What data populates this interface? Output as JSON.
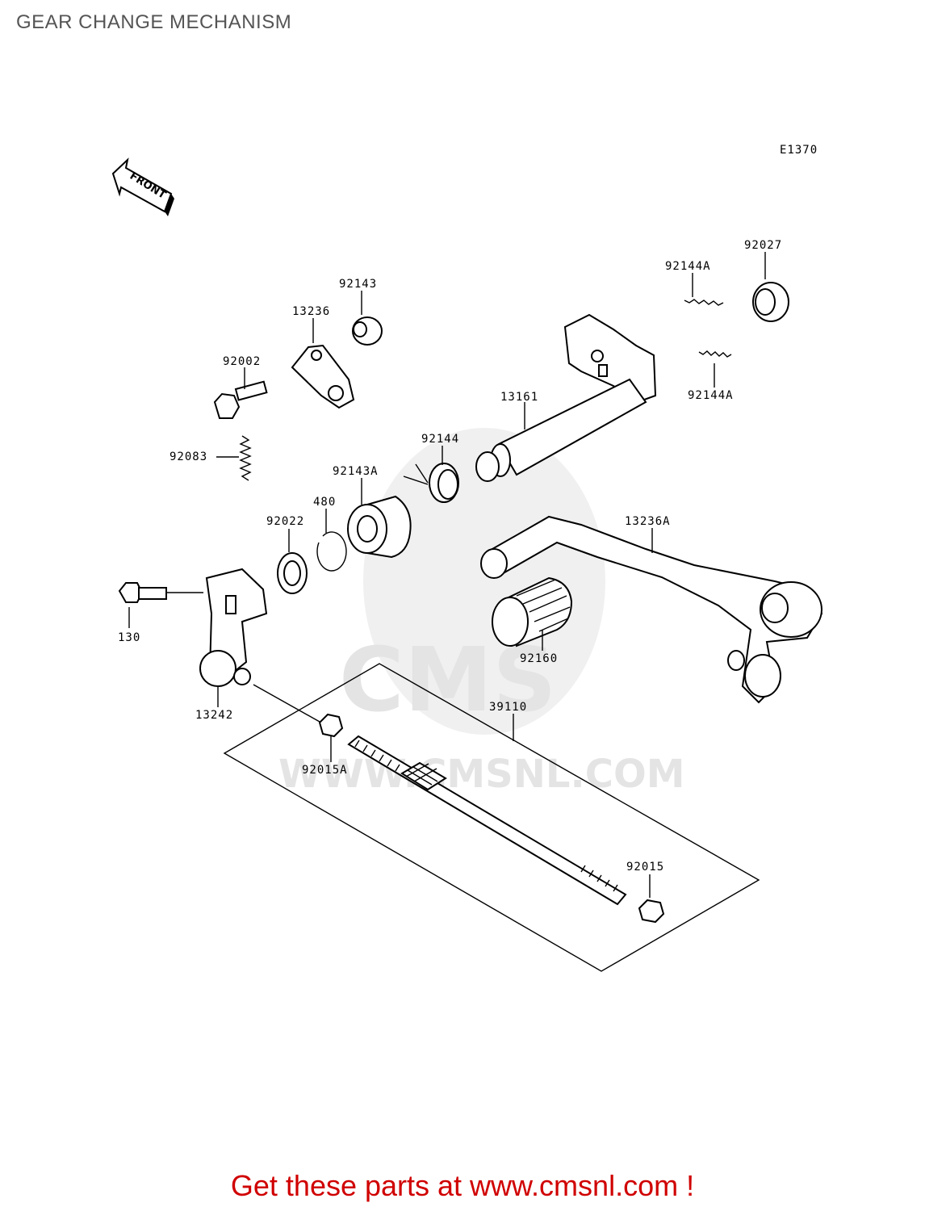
{
  "title": "GEAR CHANGE MECHANISM",
  "diagram_code": "E1370",
  "front_label": "FRONT",
  "watermark": {
    "brand": "CMS",
    "url": "WWW.CMSNL.COM"
  },
  "cta": "Get these parts at www.cmsnl.com !",
  "parts": {
    "p92027": "92027",
    "p92144A_top": "92144A",
    "p92144A_bottom": "92144A",
    "p92143": "92143",
    "p13236": "13236",
    "p92002": "92002",
    "p13161": "13161",
    "p92144": "92144",
    "p92083": "92083",
    "p92143A": "92143A",
    "p480": "480",
    "p92022": "92022",
    "p13236A": "13236A",
    "p130": "130",
    "p92160": "92160",
    "p13242": "13242",
    "p39110": "39110",
    "p92015A": "92015A",
    "p92015": "92015"
  },
  "colors": {
    "cta": "#d00000",
    "title": "#555555",
    "watermark": "#e4e4e4"
  }
}
